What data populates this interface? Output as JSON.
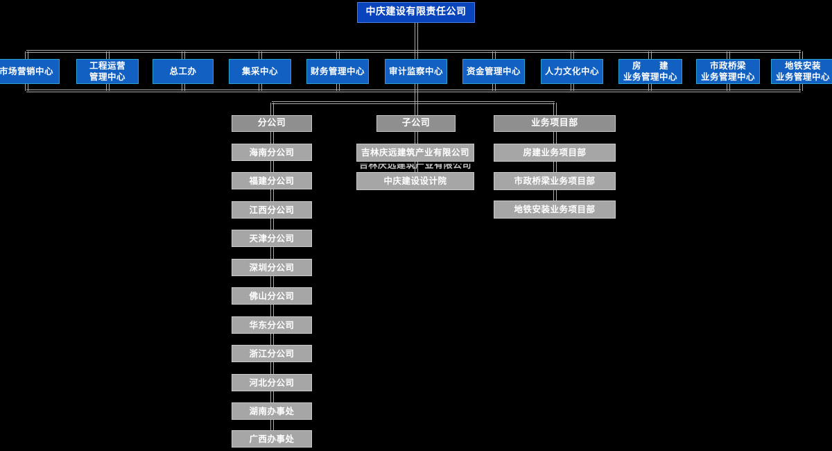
{
  "root": {
    "label": "中庆建设有限责任公司"
  },
  "departments": [
    "市场营销中心",
    "工程运营\n管理中心",
    "总工办",
    "集采中心",
    "财务管理中心",
    "审计监察中心",
    "资金管理中心",
    "人力文化中心",
    "房　　建\n业务管理中心",
    "市政桥梁\n业务管理中心",
    "地铁安装\n业务管理中心"
  ],
  "groups": {
    "branch": {
      "header": "分公司",
      "items": [
        "海南分公司",
        "福建分公司",
        "江西分公司",
        "天津分公司",
        "深圳分公司",
        "佛山分公司",
        "华东分公司",
        "浙江分公司",
        "河北分公司",
        "湖南办事处",
        "广西办事处"
      ]
    },
    "subsidiary": {
      "header": "子公司",
      "items": [
        "吉林庆远建筑产业有限公司",
        "中庆建设设计院"
      ],
      "artifact": "吉林庆远建筑产业有限公司"
    },
    "project": {
      "header": "业务项目部",
      "items": [
        "房建业务项目部",
        "市政桥梁业务项目部",
        "地铁安装业务项目部"
      ]
    }
  },
  "colors": {
    "background": "#000000",
    "root_fill": "#0a44bc",
    "root_border": "#4d80e0",
    "dept_fill": "#1160c2",
    "dept_border": "#2ba3d4",
    "group_header_fill": "#8f8f8f",
    "group_item_fill": "#a6a6a6",
    "gray_border": "#cbcbcb",
    "text": "#ffffff",
    "connector": "#adadad"
  }
}
